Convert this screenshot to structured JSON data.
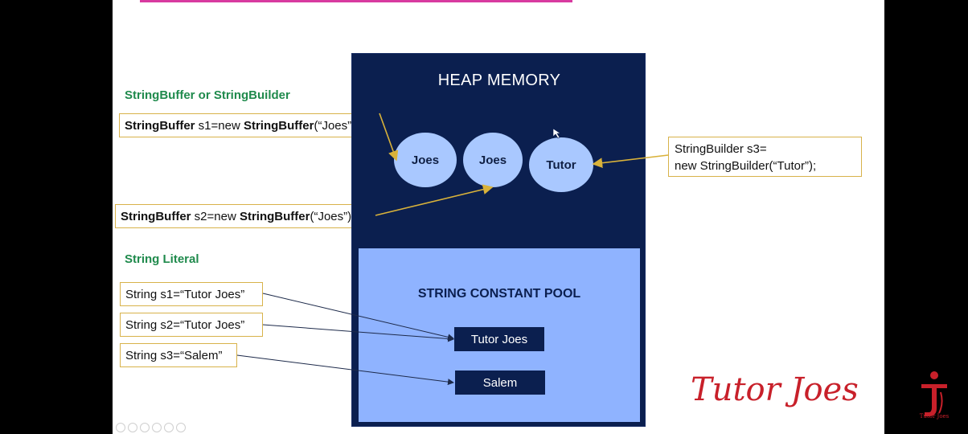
{
  "sections": {
    "buffer_heading": "StringBuffer or StringBuilder",
    "literal_heading": "String Literal"
  },
  "buffer_code": {
    "s1": {
      "type": "StringBuffer",
      "mid": " s1=new ",
      "ctor": "StringBuffer",
      "arg": "(“Joes”);"
    },
    "s2": {
      "type": "StringBuffer",
      "mid": " s2=new ",
      "ctor": "StringBuffer",
      "arg": "(“Joes”);"
    }
  },
  "builder_code": {
    "line1": "StringBuilder s3=",
    "line2": "new StringBuilder(“Tutor”);"
  },
  "literals": [
    "String s1=“Tutor Joes”",
    "String s2=“Tutor Joes”",
    "String s3=“Salem”"
  ],
  "heap": {
    "title": "HEAP MEMORY",
    "objects": [
      "Joes",
      "Joes",
      "Tutor"
    ],
    "pool_title": "STRING CONSTANT POOL",
    "pool_values": [
      "Tutor Joes",
      "Salem"
    ]
  },
  "brand": "Tutor Joes",
  "logo_caption": "Tutor Joes",
  "colors": {
    "heap_bg": "#0b1f4f",
    "pool_bg": "#8fb3ff",
    "object_fill": "#a9c8ff",
    "box_border": "#d8b24a",
    "heading_green": "#1f8a4c",
    "arrow_gold": "#d9b23a",
    "brand_red": "#c8202a"
  }
}
